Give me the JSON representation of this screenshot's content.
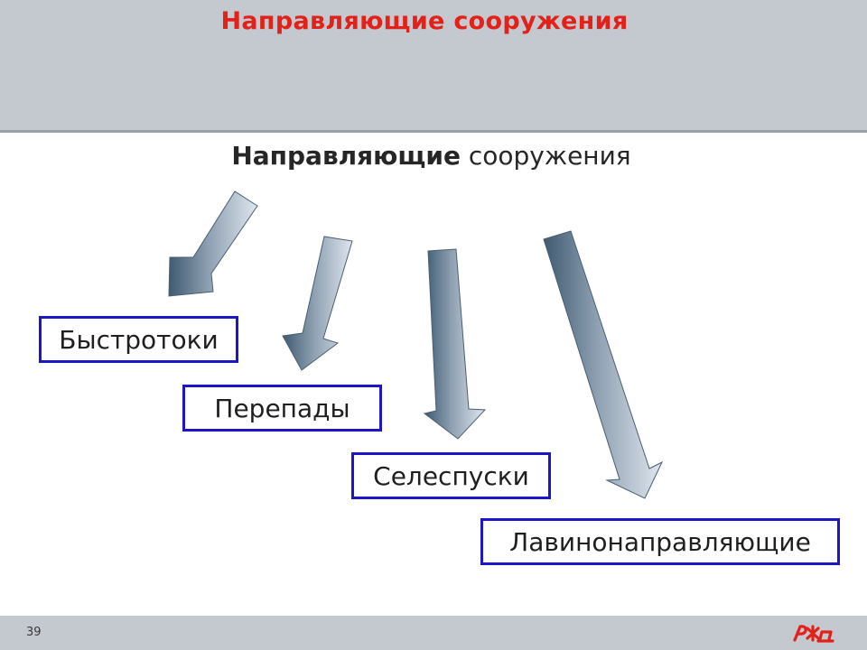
{
  "slide": {
    "title": "Направляющие сооружения",
    "page_number": "39"
  },
  "diagram": {
    "root_bold": "Направляющие",
    "root_rest": " сооружения",
    "items": [
      {
        "label": "Быстротоки"
      },
      {
        "label": "Перепады"
      },
      {
        "label": "Селеспуски"
      },
      {
        "label": "Лавинонаправляющие"
      }
    ]
  },
  "colors": {
    "title": "#e32119",
    "box_border": "#1c16c8",
    "arrow_light": "#e2e9f1",
    "arrow_dark": "#3f5a70",
    "band": "#c4c9cf"
  },
  "logo": {
    "name": "rzd-logo-icon",
    "text": "РЖД"
  }
}
